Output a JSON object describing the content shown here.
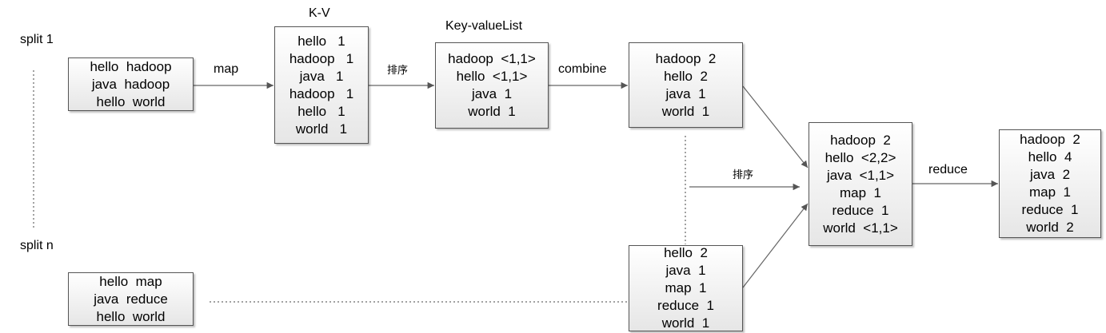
{
  "labels": {
    "split1": "split 1",
    "splitn": "split n",
    "kv": "K-V",
    "kvlist": "Key-valueList",
    "map": "map",
    "sort1": "排序",
    "combine": "combine",
    "sort2": "排序",
    "reduce": "reduce"
  },
  "boxes": {
    "input1": [
      "hello  hadoop",
      "java  hadoop",
      "hello  world"
    ],
    "kv": [
      "hello   1",
      "hadoop   1",
      "java   1",
      "hadoop   1",
      "hello   1",
      "world   1"
    ],
    "kvlist": [
      "hadoop  <1,1>",
      "hello  <1,1>",
      "java  1",
      "world  1"
    ],
    "combine1": [
      "hadoop  2",
      "hello  2",
      "java  1",
      "world  1"
    ],
    "merged": [
      "hadoop  2",
      "hello  <2,2>",
      "java  <1,1>",
      "map  1",
      "reduce  1",
      "world  <1,1>"
    ],
    "result": [
      "hadoop  2",
      "hello  4",
      "java  2",
      "map  1",
      "reduce  1",
      "world  2"
    ],
    "inputn": [
      "hello  map",
      "java  reduce",
      "hello  world"
    ],
    "combinen": [
      "hello  2",
      "java  1",
      "map  1",
      "reduce  1",
      "world  1"
    ]
  },
  "colors": {
    "line": "#666666",
    "border": "#555555"
  }
}
